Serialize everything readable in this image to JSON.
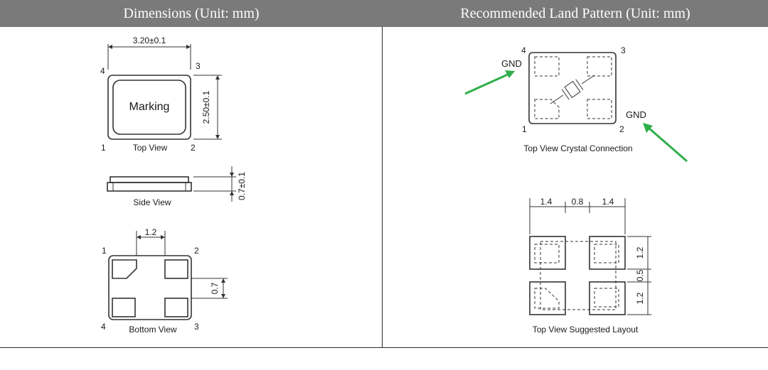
{
  "headers": {
    "left": "Dimensions (Unit: mm)",
    "right": "Recommended Land Pattern (Unit: mm)"
  },
  "left_panel": {
    "top_view": {
      "width_dim": "3.20±0.1",
      "height_dim": "2.50±0.1",
      "marking": "Marking",
      "label": "Top View",
      "pins": [
        "1",
        "2",
        "3",
        "4"
      ]
    },
    "side_view": {
      "thickness_dim": "0.7±0.1",
      "label": "Side View"
    },
    "bottom_view": {
      "pad_width_dim": "1.2",
      "pad_height_dim": "0.7",
      "label": "Bottom View",
      "pins": [
        "1",
        "2",
        "3",
        "4"
      ]
    }
  },
  "right_panel": {
    "crystal_connection": {
      "label": "Top View Crystal Connection",
      "gnd_top": "GND",
      "gnd_bottom": "GND",
      "pins": [
        "1",
        "2",
        "3",
        "4"
      ]
    },
    "suggested_layout": {
      "label": "Top View Suggested Layout",
      "dims_horizontal": [
        "1.4",
        "0.8",
        "1.4"
      ],
      "dims_vertical": [
        "1.2",
        "0.5",
        "1.2"
      ]
    }
  },
  "colors": {
    "header_bg": "#7a7a7a",
    "arrow": "#2fae4a"
  }
}
